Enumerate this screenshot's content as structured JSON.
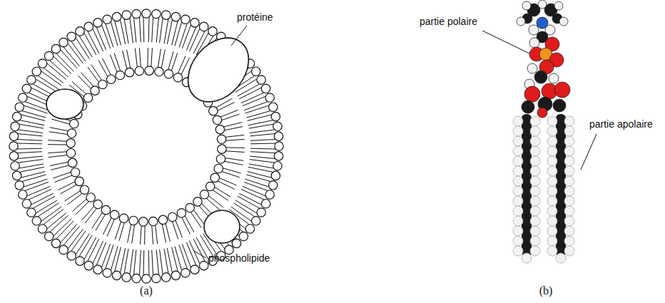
{
  "diagram": {
    "labels": [
      "protéine",
      "phospholipide",
      "partie polaire",
      "partie apolaire",
      "(a)",
      "(b)"
    ]
  }
}
